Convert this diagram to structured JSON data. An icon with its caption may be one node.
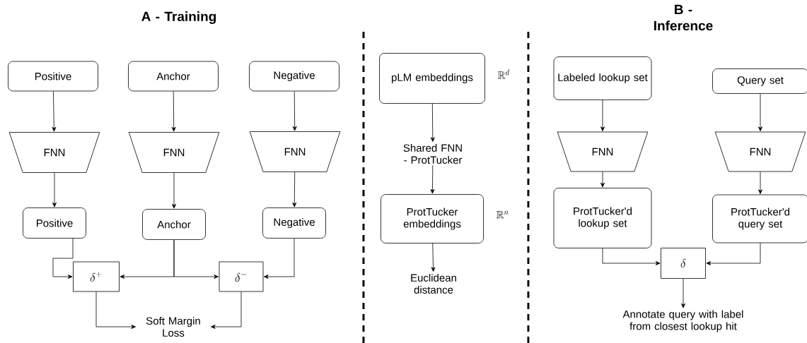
{
  "diagram": {
    "nodes": [
      {
        "text": [
          "Positive"
        ]
      },
      {
        "text": [
          "Anchor"
        ]
      },
      {
        "text": [
          "Negative"
        ]
      },
      {
        "text": [
          "FNN"
        ]
      },
      {
        "text": [
          "FNN"
        ]
      },
      {
        "text": [
          "FNN"
        ]
      },
      {
        "text": [
          "Positive"
        ]
      },
      {
        "text": [
          "Anchor"
        ]
      },
      {
        "text": [
          "Negative"
        ]
      },
      {
        "text": [
          "\\delta^{+}"
        ]
      },
      {
        "text": [
          "\\delta^{-}"
        ]
      },
      {
        "text": [
          "Soft Margin Loss"
        ]
      },
      {
        "text": [
          "pLM embeddings"
        ],
        "beside": [
          "\\mathbb{R}^{d}"
        ]
      },
      {
        "text": [
          "Shared FNN - ProtTucker"
        ]
      },
      {
        "text": [
          "ProtTucker embeddings"
        ],
        "beside": [
          "\\mathbb{R}^{n}"
        ]
      },
      {
        "text": [
          "Euclidean distance"
        ]
      },
      {
        "text": [
          "Labeled lookup set"
        ]
      },
      {
        "text": [
          "Query set"
        ]
      },
      {
        "text": [
          "FNN"
        ]
      },
      {
        "text": [
          "FNN"
        ]
      },
      {
        "text": [
          "ProtTucker'd lookup set"
        ]
      },
      {
        "text": [
          "ProtTucker'd query set"
        ]
      },
      {
        "text": [
          "\\delta"
        ]
      },
      {
        "text": [
          "Annotate query with label from closest lookup hit"
        ]
      }
    ],
    "edges": [
      {
        "from": 0,
        "to": 3,
        "arrow": "to"
      },
      {
        "from": 1,
        "to": 4,
        "arrow": "to"
      },
      {
        "from": 2,
        "to": 5,
        "arrow": "to"
      },
      {
        "from": 3,
        "to": 6,
        "arrow": "to"
      },
      {
        "from": 4,
        "to": 7,
        "arrow": "to"
      },
      {
        "from": 5,
        "to": 8,
        "arrow": "to"
      },
      {
        "from": 6,
        "to": 9,
        "arrow": "to"
      },
      {
        "from": 7,
        "to": 9,
        "arrow": "to"
      },
      {
        "from": 7,
        "to": 10,
        "arrow": "to"
      },
      {
        "from": 8,
        "to": 10,
        "arrow": "to"
      },
      {
        "from": 9,
        "to": 11,
        "arrow": "to"
      },
      {
        "from": 10,
        "to": 11,
        "arrow": "to"
      },
      {
        "from": 12,
        "to": 13,
        "arrow": "to"
      },
      {
        "from": 13,
        "to": 14,
        "arrow": "to"
      },
      {
        "from": 14,
        "to": 15,
        "arrow": "to"
      },
      {
        "from": 16,
        "to": 18,
        "arrow": "to"
      },
      {
        "from": 17,
        "to": 19,
        "arrow": "to"
      },
      {
        "from": 18,
        "to": 20,
        "arrow": "to"
      },
      {
        "from": 19,
        "to": 21,
        "arrow": "to"
      },
      {
        "from": 20,
        "to": 22,
        "arrow": "to"
      },
      {
        "from": 21,
        "to": 22,
        "arrow": "to"
      },
      {
        "from": 22,
        "to": 23,
        "arrow": "to"
      }
    ],
    "labels": [
      "A - Training",
      "B - Inference"
    ]
  }
}
